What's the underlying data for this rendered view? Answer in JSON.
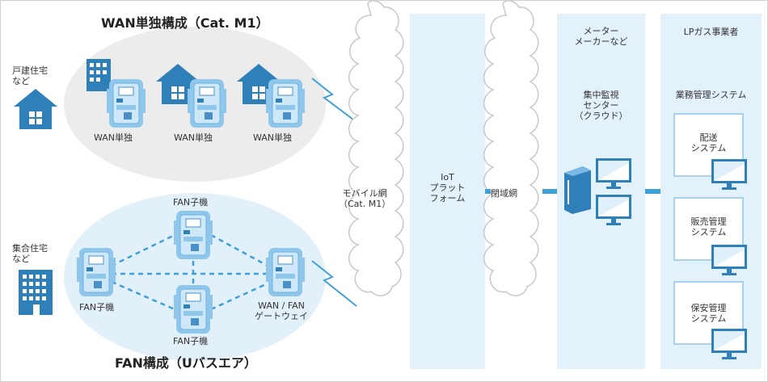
{
  "wan": {
    "title": "WAN単独構成（Cat. M1）",
    "house_label": "戸建住宅\nなど",
    "meter_label": "WAN単独"
  },
  "fan": {
    "title": "FAN構成（Uバスエア）",
    "apartment_label": "集合住宅\nなど",
    "child_label": "FAN子機",
    "gateway_label": "WAN / FAN\nゲートウェイ"
  },
  "columns": {
    "mobile": "モバイル網\n（Cat. M1）",
    "iot": "IoT\nプラット\nフォーム",
    "closed": "閉域網",
    "maker_header": "メーター\nメーカーなど",
    "center": "集中監視\nセンター\n（クラウド）",
    "lpgas_header": "LPガス事業者",
    "business": "業務管理システム",
    "systems": [
      "配送\nシステム",
      "販売管理\nシステム",
      "保安管理\nシステム"
    ]
  },
  "colors": {
    "panel": "#e3f1fb",
    "ellipse": "#ececec",
    "fan_ellipse": "#e2f0fa",
    "icon_blue": "#2f7fb9",
    "meter_blue": "#8fc6ec",
    "dashed": "#3fa0d8",
    "cloud_stroke": "#c8c8c8"
  }
}
